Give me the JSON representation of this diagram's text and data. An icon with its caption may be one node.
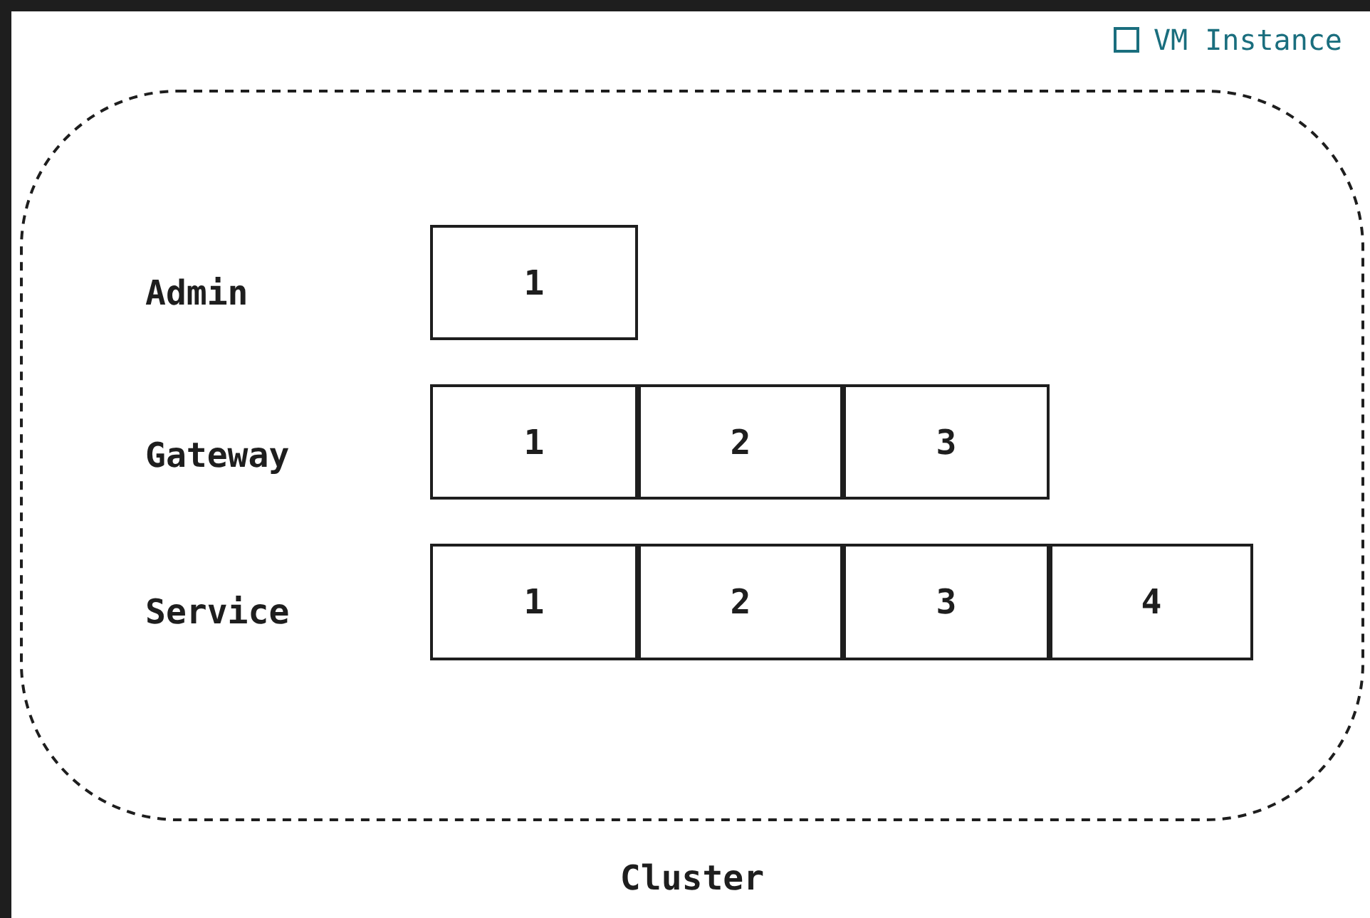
{
  "diagram": {
    "nodes": [
      {
        "text": [
          "Cluster"
        ]
      },
      {
        "text": [
          "1"
        ],
        "in": 0
      },
      {
        "text": [
          "1"
        ],
        "in": 0
      },
      {
        "text": [
          "2"
        ],
        "in": 0
      },
      {
        "text": [
          "3"
        ],
        "in": 0
      },
      {
        "text": [
          "1"
        ],
        "in": 0
      },
      {
        "text": [
          "2"
        ],
        "in": 0
      },
      {
        "text": [
          "3"
        ],
        "in": 0
      },
      {
        "text": [
          "4"
        ],
        "in": 0
      }
    ],
    "labels": [
      "Admin",
      "Gateway",
      "Service"
    ],
    "legend": [
      {
        "text": "VM Instance"
      }
    ]
  }
}
